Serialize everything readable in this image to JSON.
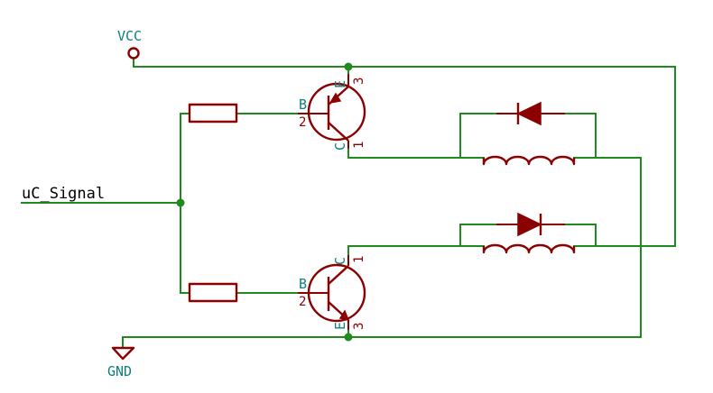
{
  "power": {
    "vcc": "VCC",
    "gnd": "GND"
  },
  "net": {
    "signal": "uC_Signal"
  },
  "q_top": {
    "base_name": "B",
    "base_num": "2",
    "emitter_name": "E",
    "emitter_num": "3",
    "collector_name": "C",
    "collector_num": "1"
  },
  "q_bottom": {
    "base_name": "B",
    "base_num": "2",
    "collector_name": "C",
    "collector_num": "1",
    "emitter_name": "E",
    "emitter_num": "3"
  },
  "colors": {
    "wire": "#1f8a1f",
    "component": "#8b0000",
    "pin_label": "#0f7f7f"
  }
}
